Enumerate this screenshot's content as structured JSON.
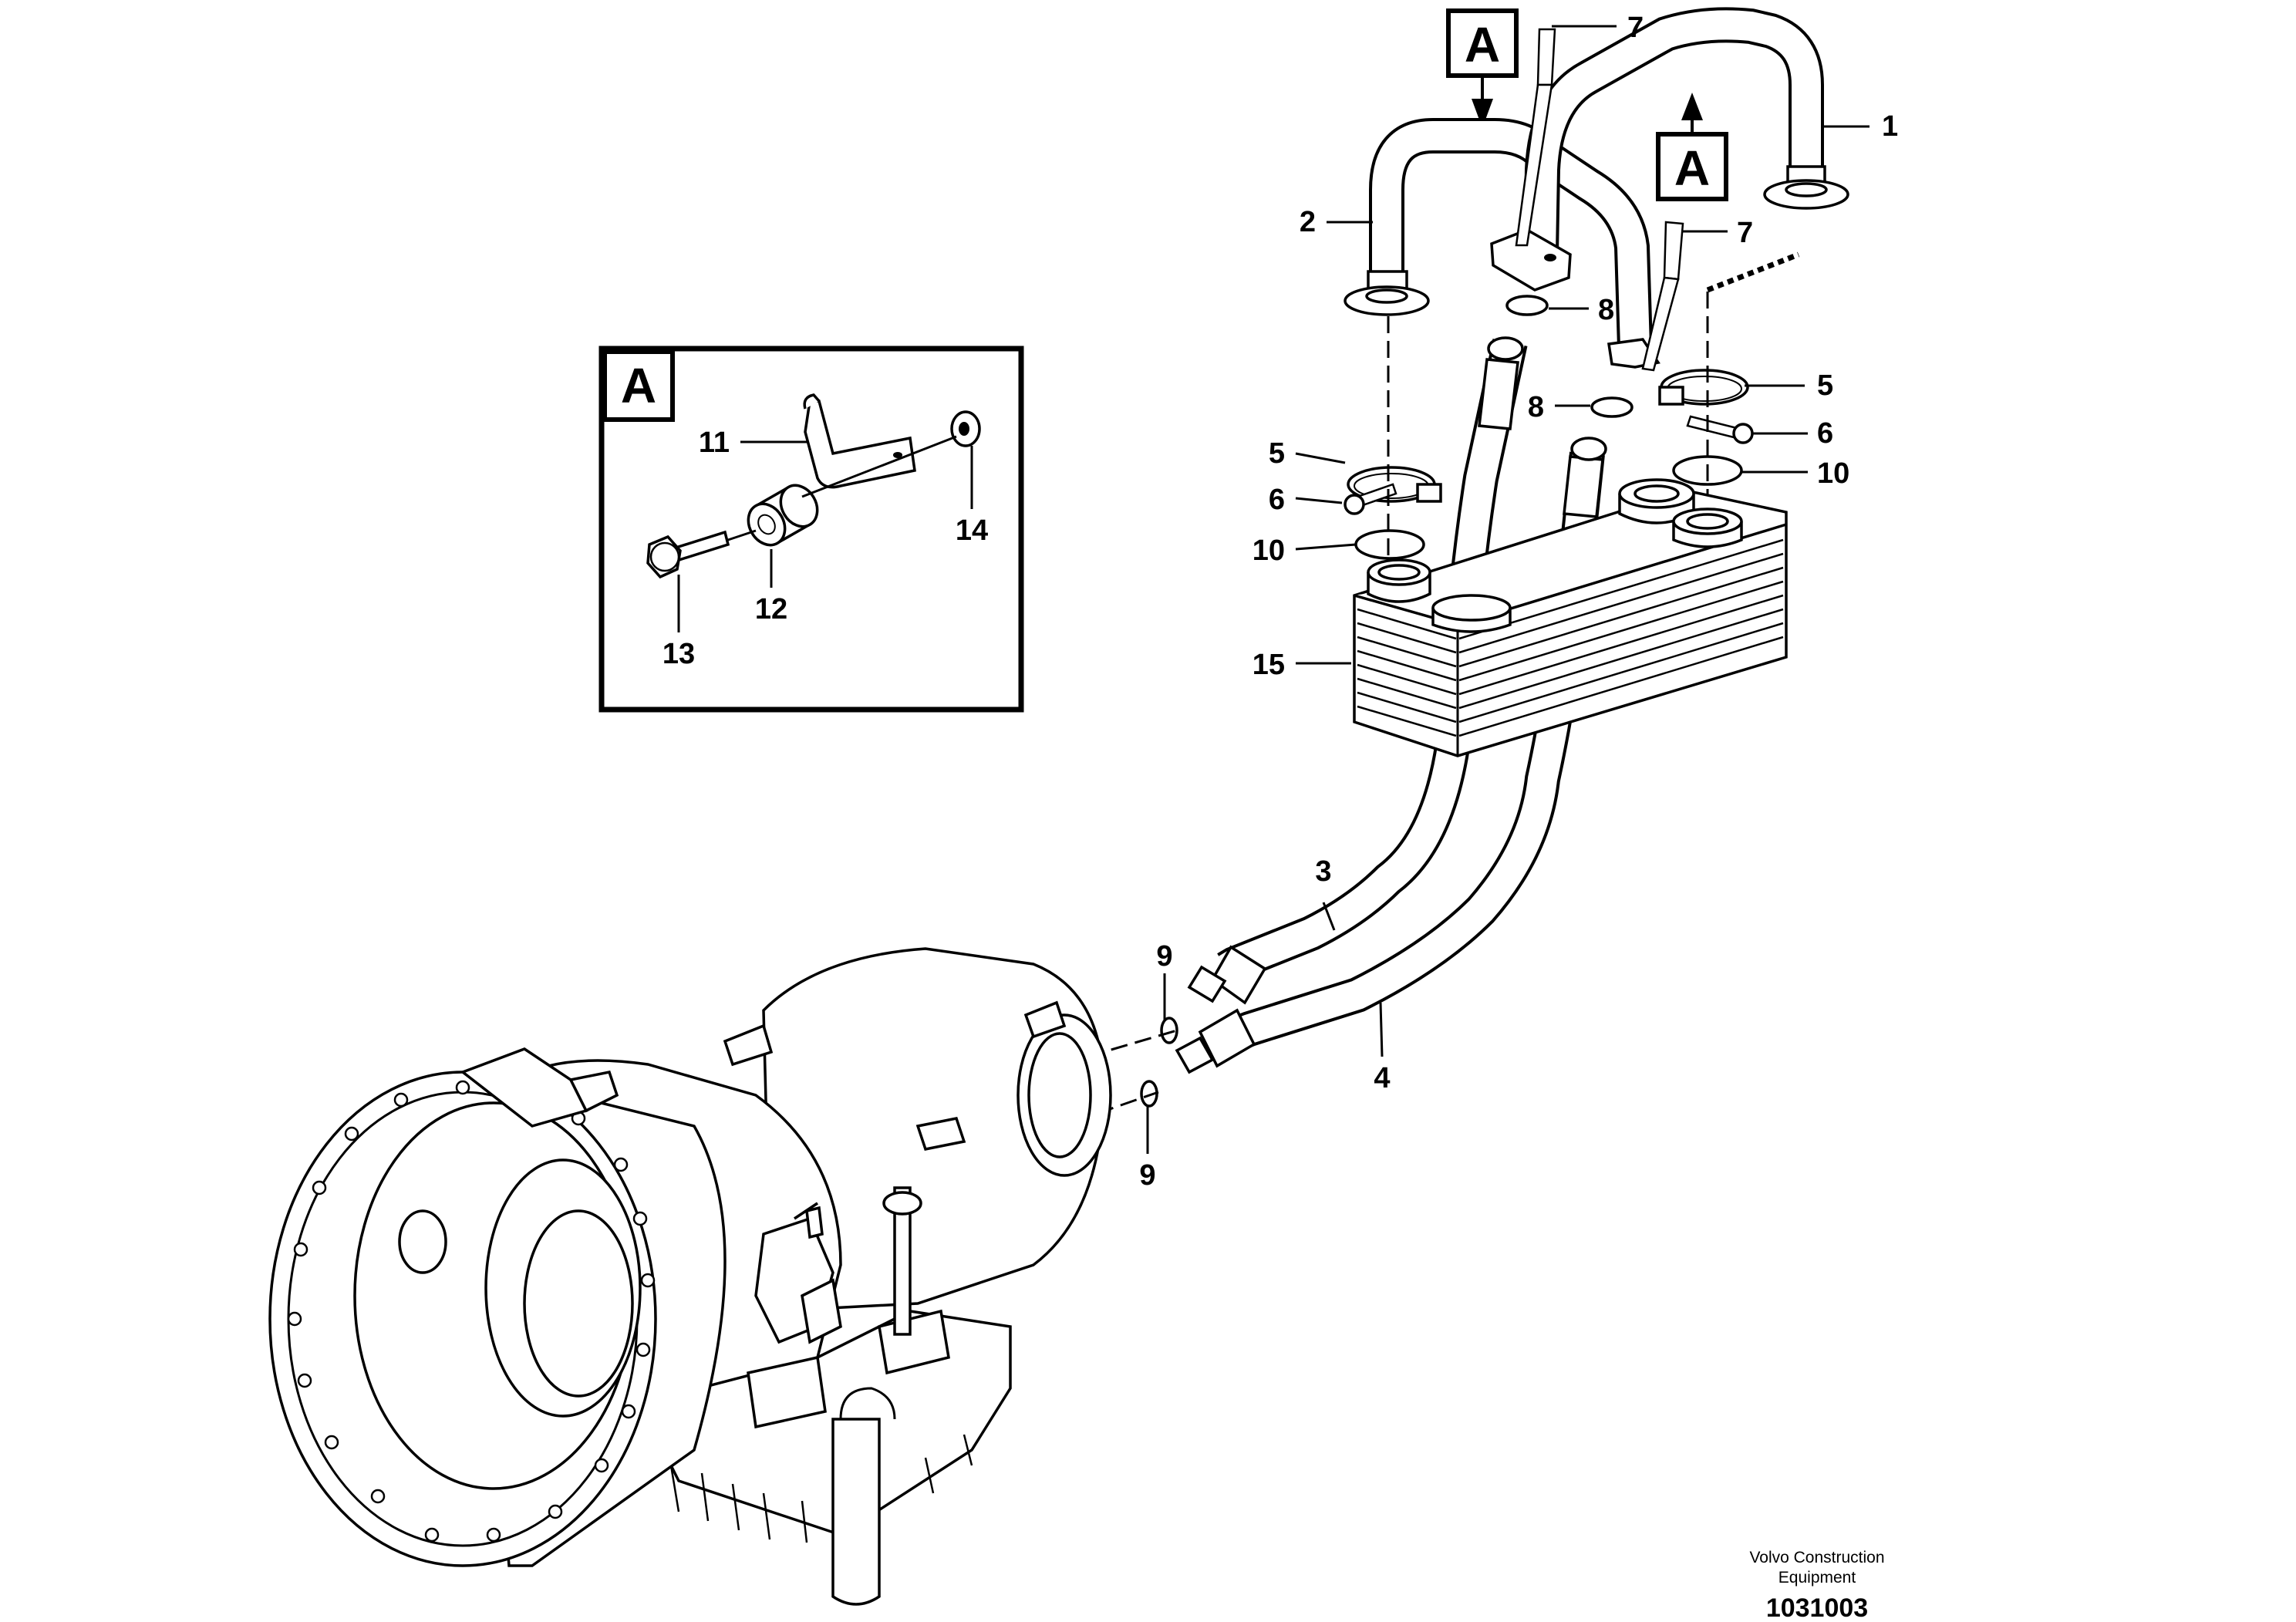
{
  "diagram": {
    "view_marker": "A",
    "callouts": {
      "c1": "1",
      "c2": "2",
      "c3": "3",
      "c4": "4",
      "c5a": "5",
      "c5b": "5",
      "c6a": "6",
      "c6b": "6",
      "c7a": "7",
      "c7b": "7",
      "c8a": "8",
      "c8b": "8",
      "c9a": "9",
      "c9b": "9",
      "c10a": "10",
      "c10b": "10",
      "c11": "11",
      "c12": "12",
      "c13": "13",
      "c14": "14",
      "c15": "15"
    },
    "footer": {
      "company_line1": "Volvo Construction",
      "company_line2": "Equipment",
      "drawing_number": "1031003"
    }
  }
}
